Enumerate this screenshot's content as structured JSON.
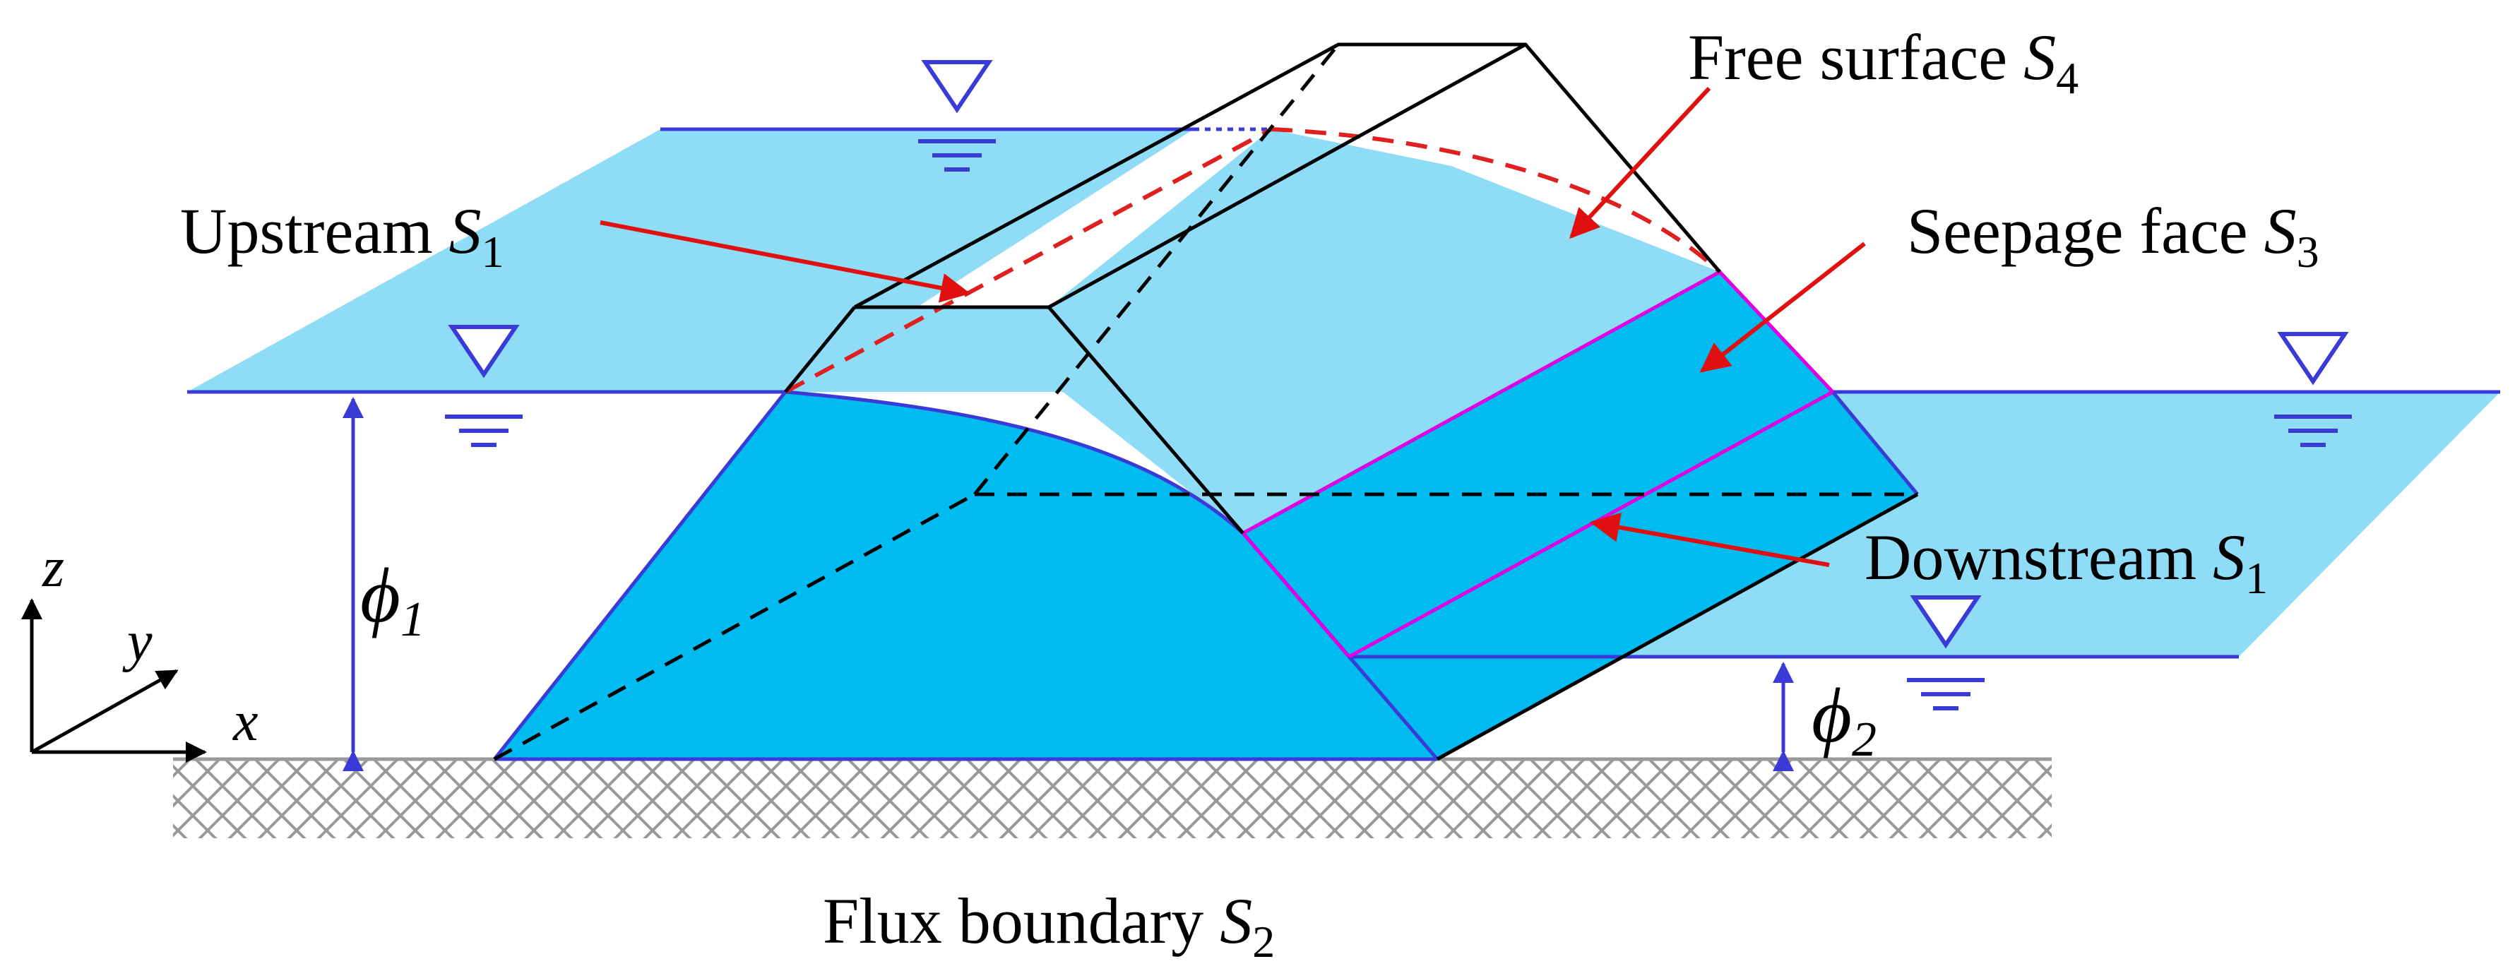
{
  "labels": {
    "free_surface": {
      "text": "Free surface ",
      "symbol": "S",
      "sub": "4"
    },
    "upstream": {
      "text": "Upstream ",
      "symbol": "S",
      "sub": "1"
    },
    "seepage_face": {
      "text": "Seepage face ",
      "symbol": "S",
      "sub": "3"
    },
    "downstream": {
      "text": "Downstream ",
      "symbol": "S",
      "sub": "1"
    },
    "flux_boundary": {
      "text": "Flux boundary ",
      "symbol": "S",
      "sub": "2"
    }
  },
  "heads": {
    "upstream": {
      "symbol": "ϕ",
      "sub": "1"
    },
    "downstream": {
      "symbol": "ϕ",
      "sub": "2"
    }
  },
  "axes": {
    "z": "z",
    "y": "y",
    "x": "x"
  },
  "colors": {
    "water_light": "#8fdcf7",
    "water_dark": "#00bbf0",
    "water_line": "#3a3ad6",
    "seepage_line": "#e000e0",
    "free_surface_line": "#e02020",
    "arrow": "#e01010",
    "ground_hatch": "#9a9a9a",
    "edge": "#000000"
  },
  "icons": [
    "water-level-triangle-icon"
  ]
}
